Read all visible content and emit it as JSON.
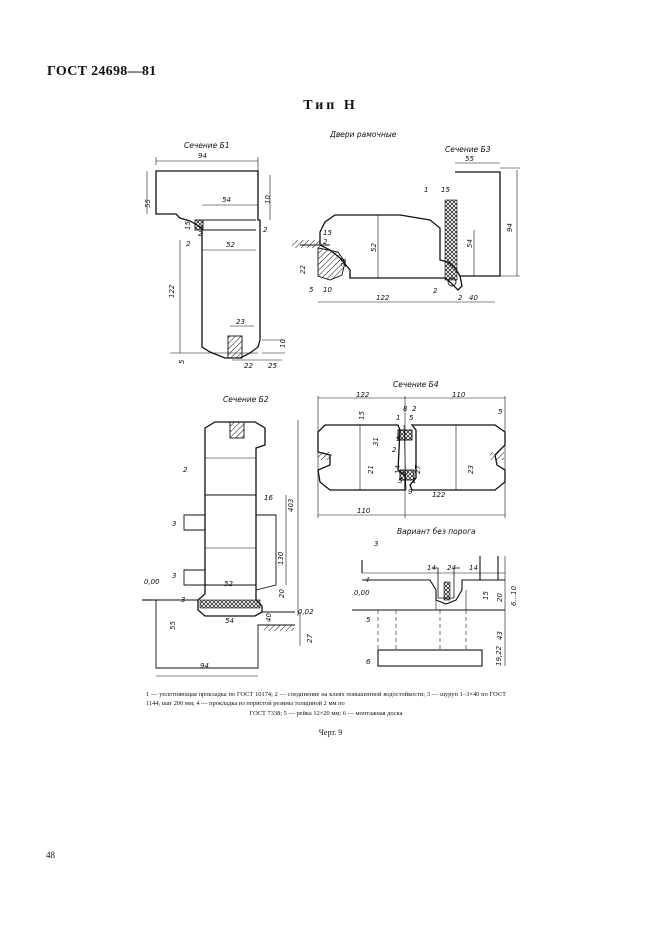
{
  "header": {
    "standard": "ГОСТ 24698—81"
  },
  "title": "Тип Н",
  "drawing": {
    "subtitle": "Двери рамочные",
    "sections": {
      "b1": {
        "label": "Сечение Б1",
        "dims": [
          "94",
          "54",
          "10",
          "55",
          "15",
          "2",
          "2",
          "52",
          "2",
          "122",
          "23",
          "10",
          "5",
          "22",
          "25"
        ]
      },
      "b2": {
        "label": "Сечение Б2",
        "dims": [
          "2",
          "16",
          "3",
          "403",
          "130",
          "3",
          "0,00",
          "52",
          "20",
          "3",
          "54",
          "40",
          "0,02",
          "55",
          "27",
          "94"
        ]
      },
      "b3": {
        "label": "Сечение Б3",
        "dims": [
          "55",
          "1",
          "15",
          "54",
          "94",
          "15",
          "52",
          "2",
          "22",
          "23",
          "5",
          "10",
          "2",
          "122",
          "2",
          "40"
        ]
      },
      "b4": {
        "label": "Сечение Б4",
        "dims": [
          "122",
          "110",
          "8",
          "2",
          "5",
          "1",
          "5",
          "15",
          "31",
          "9",
          "2",
          "21",
          "27",
          "14",
          "5",
          "23",
          "5",
          "1",
          "9",
          "122",
          "110"
        ]
      },
      "variant": {
        "label": "Вариант без порога",
        "dims": [
          "3",
          "14",
          "24",
          "14",
          "4",
          "0,00",
          "15",
          "20",
          "6...10",
          "5",
          "43",
          "6",
          "19,22"
        ]
      }
    }
  },
  "legend": {
    "main": "1 — уплотняющая прокладка по ГОСТ 10174; 2 — соединение на клеях повышенной водостойкости; 3 — шуруп 1–3×40 по ГОСТ 1144, шаг 200 мм; 4 — прокладка из пористой резины толщиной 2 мм по",
    "last": "ГОСТ 7338; 5 — рейка 12×20 мм; 6 — монтажная доска"
  },
  "caption": "Черт. 9",
  "page_number": "48"
}
